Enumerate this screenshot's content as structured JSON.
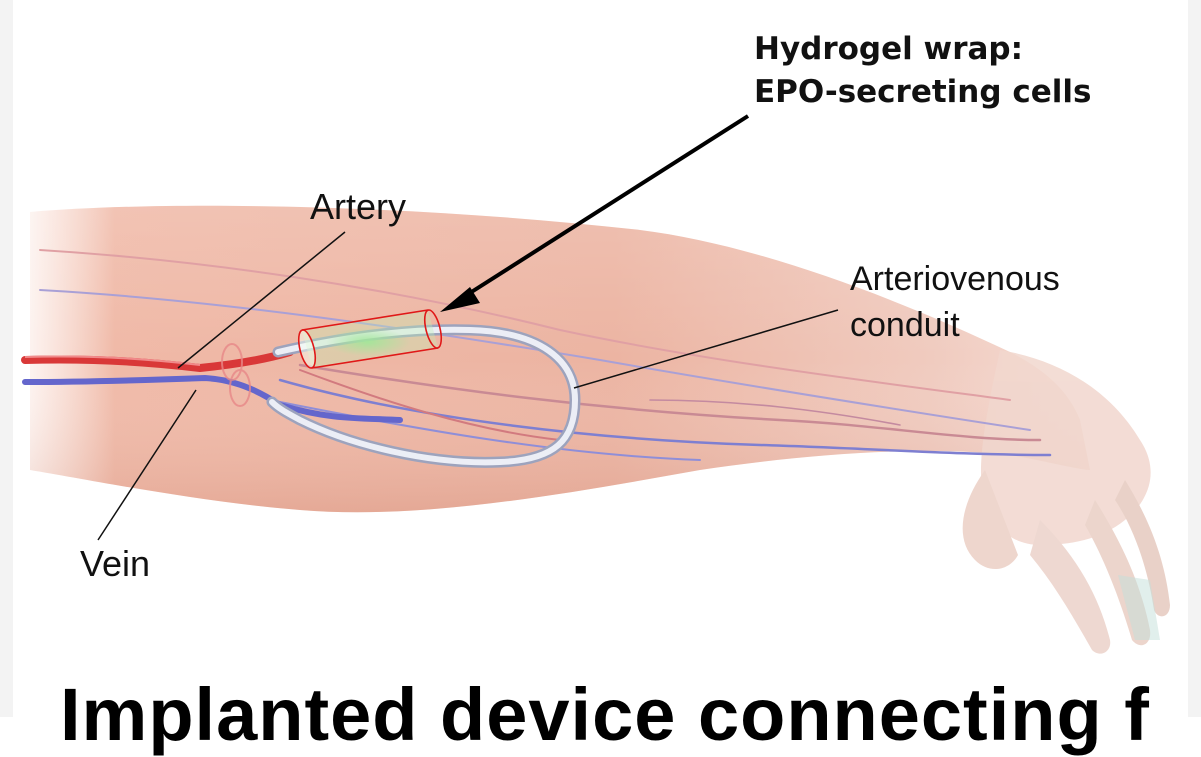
{
  "labels": {
    "artery": "Artery",
    "vein": "Vein",
    "av_conduit_line1": "Arteriovenous",
    "av_conduit_line2": "conduit",
    "hydrogel_line1": "Hydrogel wrap:",
    "hydrogel_line2": "EPO-secreting cells"
  },
  "caption": "Implanted device connecting f",
  "colors": {
    "skin": "#f2b6a2",
    "artery": "#d83a3a",
    "vein": "#5a5fc8",
    "conduit": "#e4e6f0",
    "hydrogel_outline": "#e01818",
    "hydrogel_fill": "#9be38f"
  },
  "icons": {
    "arrow": "arrow-right-to-left-down"
  }
}
